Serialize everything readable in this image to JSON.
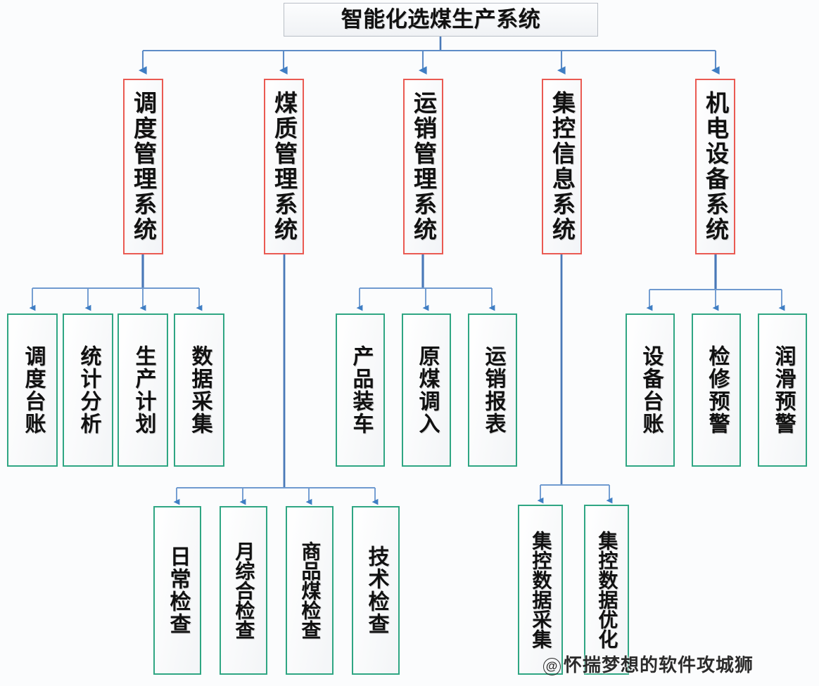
{
  "title": "智能化选煤生产系统",
  "colors": {
    "background": "#fbfcfd",
    "root_border": "#b9bfc6",
    "system_border": "#ea5a52",
    "leaf_border": "#2fa683",
    "connector": "#4a79b8",
    "connector_light": "#6f9ad0",
    "text": "#111111"
  },
  "systems": [
    {
      "id": "dispatch",
      "label": "调度管理系统"
    },
    {
      "id": "coalqual",
      "label": "煤质管理系统"
    },
    {
      "id": "transport",
      "label": "运销管理系统"
    },
    {
      "id": "control",
      "label": "集控信息系统"
    },
    {
      "id": "equipment",
      "label": "机电设备系统"
    }
  ],
  "leaves": {
    "dispatch": [
      "调度台账",
      "统计分析",
      "生产计划",
      "数据采集"
    ],
    "transport": [
      "产品装车",
      "原煤调入",
      "运销报表"
    ],
    "equipment": [
      "设备台账",
      "检修预警",
      "润滑预警"
    ],
    "coalqual": [
      "日常检查",
      "月综合检查",
      "商品煤检查",
      "技术检查"
    ],
    "control": [
      "集控数据采集",
      "集控数据优化"
    ]
  },
  "watermark": {
    "at_symbol": "@",
    "text": "怀揣梦想的软件攻城狮"
  }
}
